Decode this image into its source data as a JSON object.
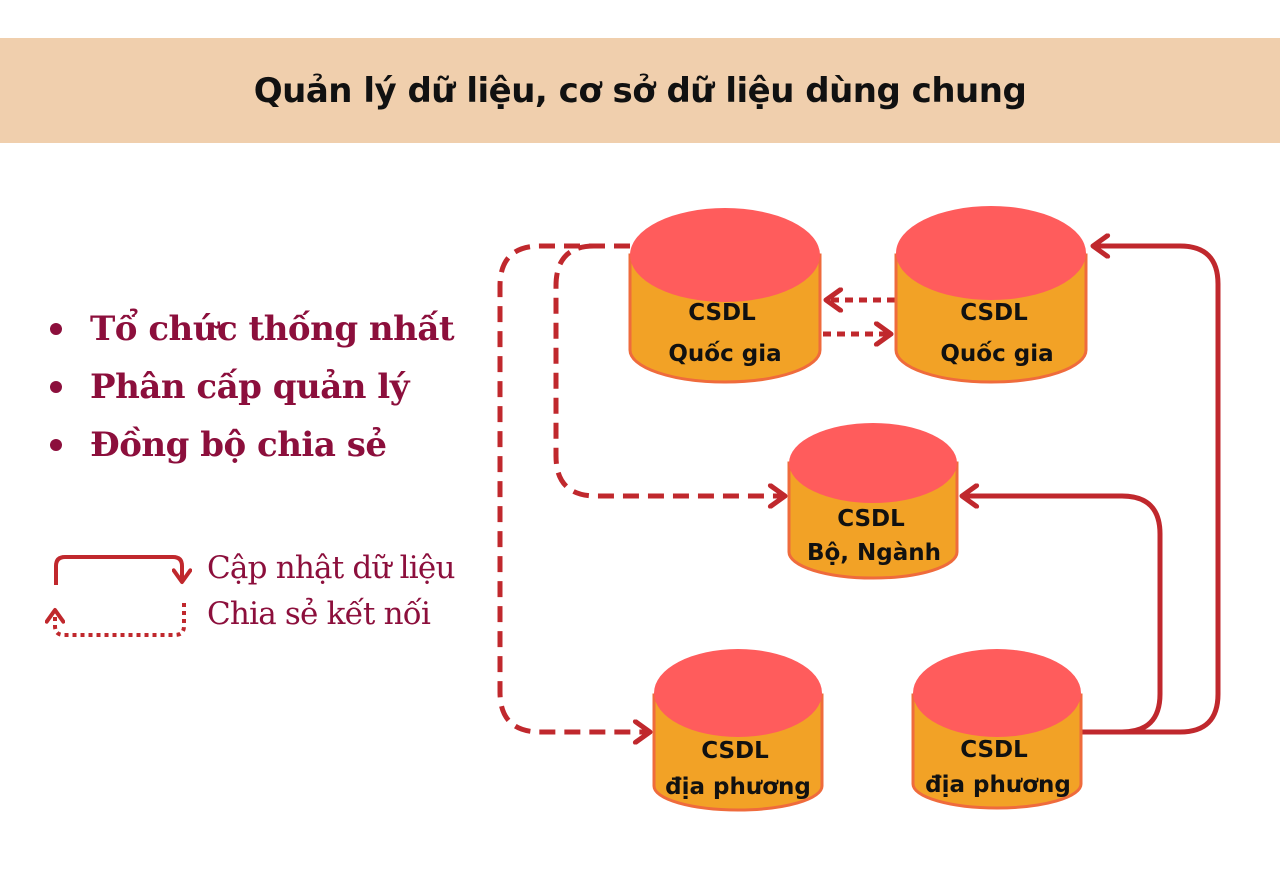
{
  "title": "Quản lý dữ liệu, cơ sở dữ liệu dùng chung",
  "bullets": [
    "Tổ chức thống nhất",
    "Phân cấp quản lý",
    "Đồng bộ chia sẻ"
  ],
  "legend": {
    "update_label": "Cập nhật dữ liệu",
    "share_label": "Chia sẻ kết nối"
  },
  "databases": {
    "national_1": {
      "line1": "CSDL",
      "line2": "Quốc gia"
    },
    "national_2": {
      "line1": "CSDL",
      "line2": "Quốc gia"
    },
    "ministry": {
      "line1": "CSDL",
      "line2": "Bộ, Ngành"
    },
    "local_1": {
      "line1": "CSDL",
      "line2": "địa phương"
    },
    "local_2": {
      "line1": "CSDL",
      "line2": "địa phương"
    }
  },
  "colors": {
    "title_band": "#f0cfad",
    "bullet_text": "#8c0f3c",
    "cylinder_body": "#f2a226",
    "cylinder_top": "#ff5c5c",
    "arrow": "#c0282d"
  }
}
